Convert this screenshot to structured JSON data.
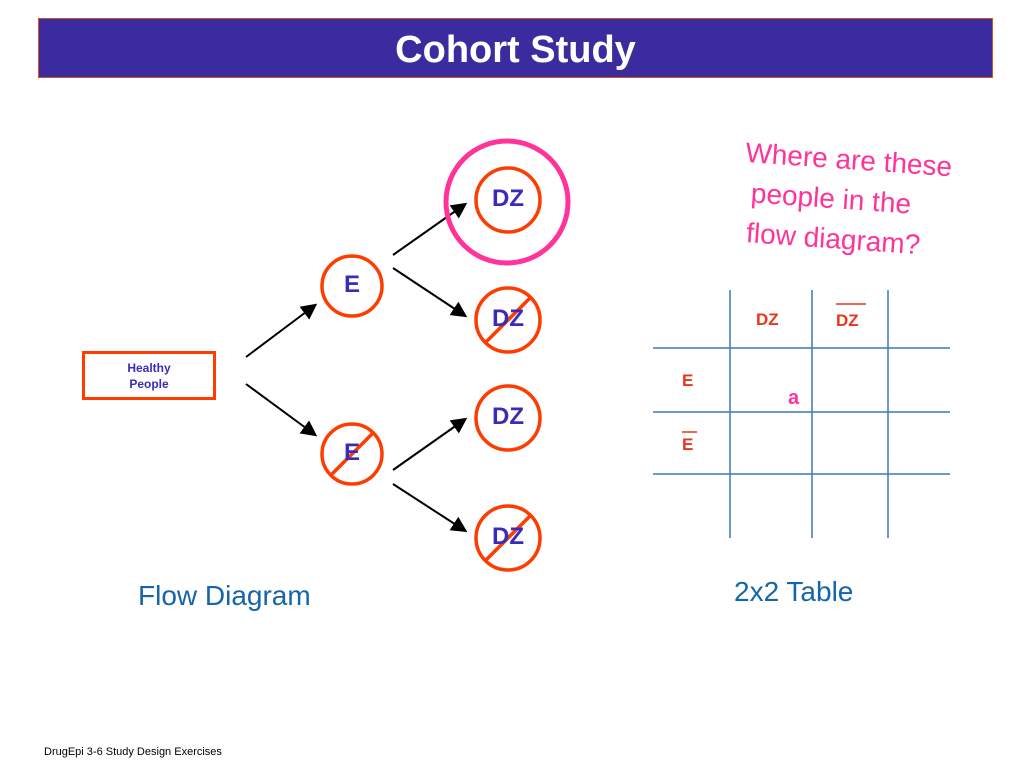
{
  "title": "Cohort Study",
  "flow_diagram": {
    "root_label_line1": "Healthy",
    "root_label_line2": "People",
    "exposed_label": "E",
    "unexposed_label": "E",
    "disease_label": "DZ",
    "caption": "Flow Diagram"
  },
  "question": {
    "line1": "Where are these",
    "line2": "people in the",
    "line3": "flow diagram?"
  },
  "table": {
    "col1": "DZ",
    "col2": "DZ",
    "row1": "E",
    "row2": "E",
    "cell_a": "a",
    "caption": "2x2 Table"
  },
  "footer": "DrugEpi 3-6  Study Design Exercises",
  "colors": {
    "title_bg": "#3a2c9e",
    "node_stroke": "#ff3c00",
    "highlight_circle": "#ff3399",
    "node_text": "#3a2cb8",
    "table_lines": "#3a7ab8",
    "caption_text": "#1565a8"
  }
}
